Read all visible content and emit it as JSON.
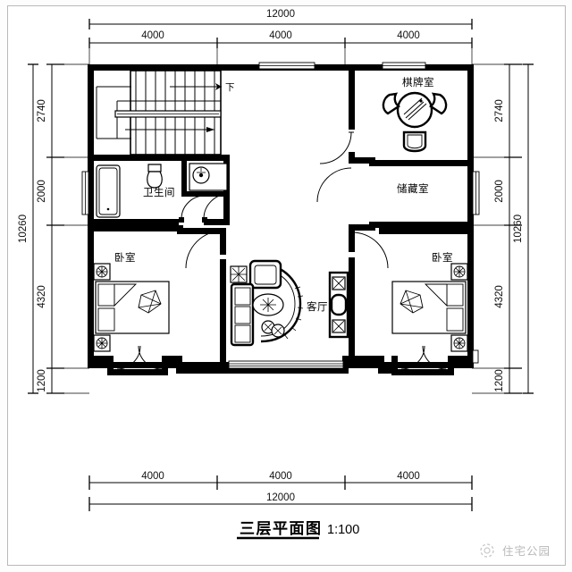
{
  "drawing": {
    "title": "三层平面图",
    "scale": "1:100",
    "watermark": "住宅公园",
    "watermark_icon": "sun-logo-icon"
  },
  "dimensions": {
    "top_total": "12000",
    "top_segments": [
      "4000",
      "4000",
      "4000"
    ],
    "bottom_total": "12000",
    "bottom_segments": [
      "4000",
      "4000",
      "4000"
    ],
    "left_total": "10260",
    "left_segments": [
      "2740",
      "2000",
      "4320",
      "1200"
    ],
    "right_total": "10260",
    "right_segments": [
      "2740",
      "2000",
      "4320",
      "1200"
    ]
  },
  "rooms": [
    {
      "id": "stair",
      "label": "",
      "annotation": "下",
      "annotation_icon": "down-arrow-icon"
    },
    {
      "id": "bathroom",
      "label": "卫生间"
    },
    {
      "id": "mahjong",
      "label": "棋牌室"
    },
    {
      "id": "storage",
      "label": "储藏室"
    },
    {
      "id": "bedroom_left",
      "label": "卧室"
    },
    {
      "id": "bedroom_right",
      "label": "卧室"
    },
    {
      "id": "living",
      "label": "客厅"
    }
  ],
  "colors": {
    "wall": "#000000",
    "paper": "#ffffff",
    "frame": "#b9b9b9",
    "watermark": "#b9b9b9"
  }
}
